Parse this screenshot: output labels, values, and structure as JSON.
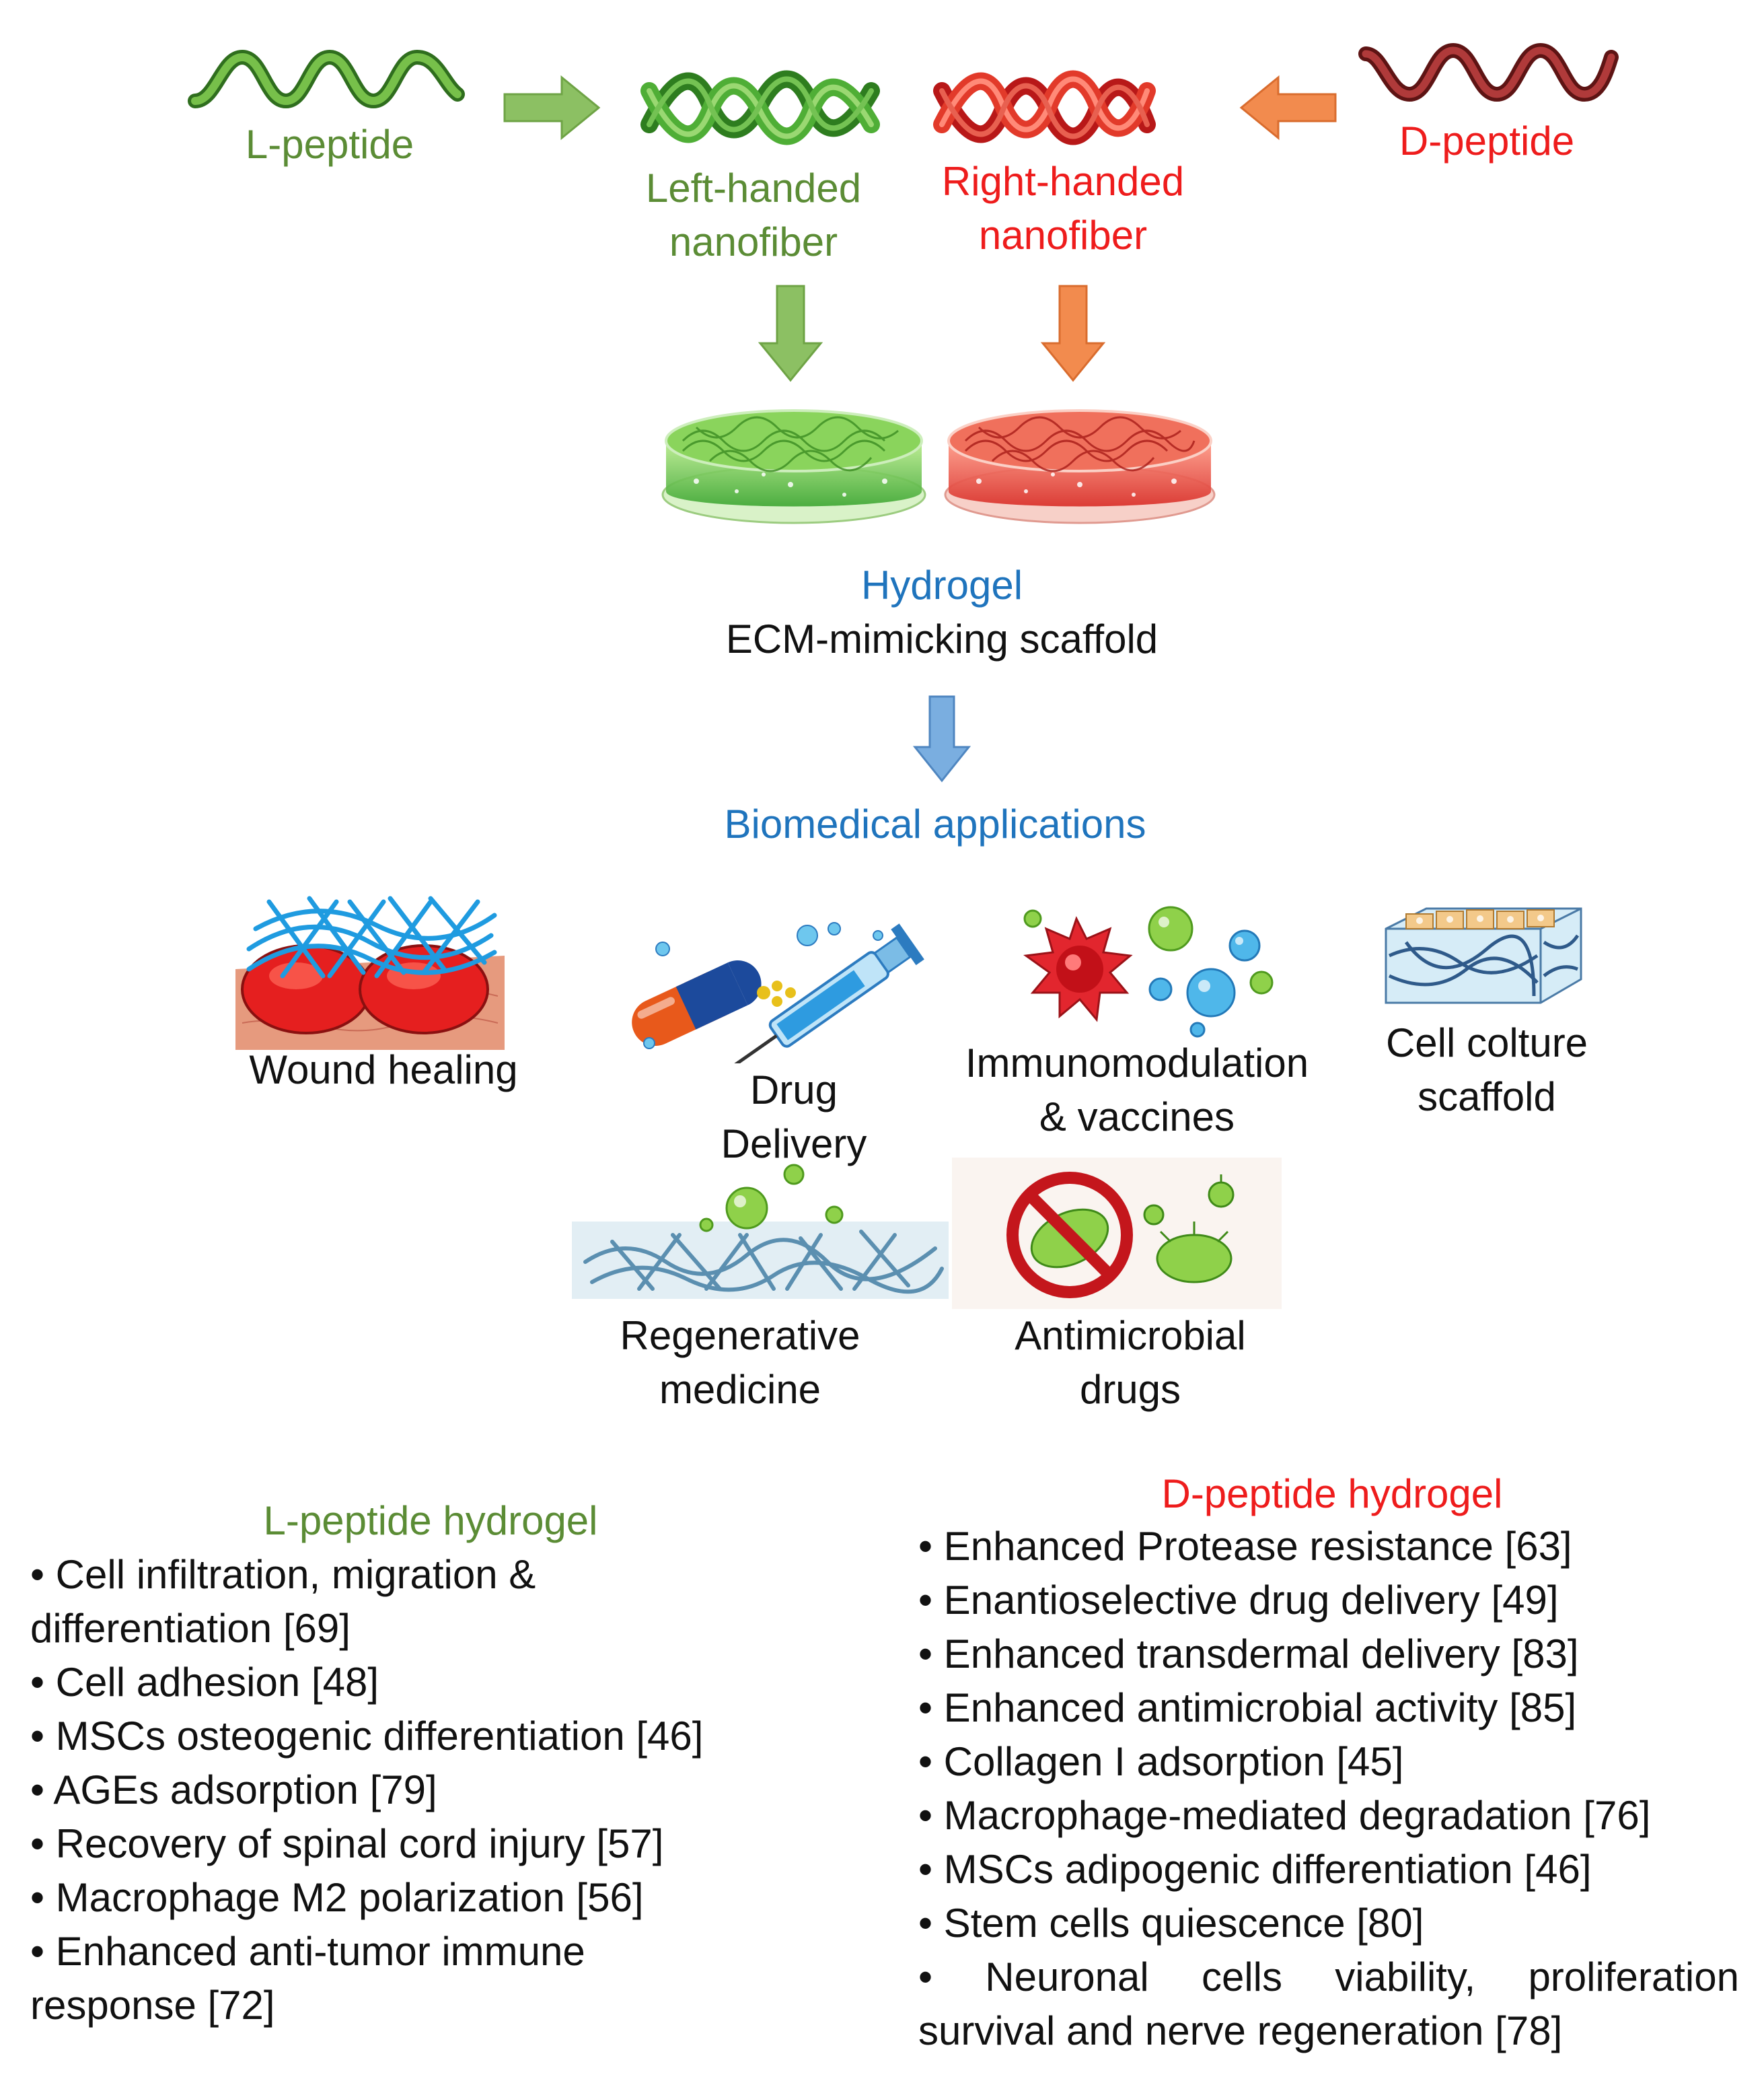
{
  "top": {
    "l_peptide": "L-peptide",
    "d_peptide": "D-peptide",
    "left_fiber": [
      "Left-handed",
      "nanofiber"
    ],
    "right_fiber": [
      "Right-handed",
      "nanofiber"
    ],
    "hydrogel": "Hydrogel",
    "scaffold": "ECM-mimicking scaffold",
    "biomedical": "Biomedical applications"
  },
  "apps": {
    "wound": "Wound healing",
    "drug": [
      "Drug",
      "Delivery"
    ],
    "immuno": [
      "Immunomodulation",
      "& vaccines"
    ],
    "cell": [
      "Cell colture",
      "scaffold"
    ],
    "regen": [
      "Regenerative",
      "medicine"
    ],
    "antimicrobial": [
      "Antimicrobial",
      "drugs"
    ]
  },
  "l_hydrogel": {
    "title": "L-peptide hydrogel",
    "items": [
      "• Cell infiltration, migration &",
      "differentiation [69]",
      "• Cell adhesion [48]",
      "• MSCs osteogenic differentiation [46]",
      "• AGEs adsorption [79]",
      "• Recovery of spinal cord injury [57]",
      "• Macrophage M2 polarization [56]",
      "• Enhanced anti-tumor immune",
      "response [72]"
    ]
  },
  "d_hydrogel": {
    "title": "D-peptide hydrogel",
    "items": [
      "• Enhanced Protease resistance [63]",
      "• Enantioselective drug delivery [49]",
      "• Enhanced transdermal delivery [83]",
      "• Enhanced antimicrobial activity [85]",
      "• Collagen I adsorption [45]",
      "• Macrophage-mediated degradation [76]",
      "• MSCs adipogenic differentiation [46]",
      "• Stem cells quiescence [80]"
    ],
    "last_line1": [
      "•",
      "Neuronal",
      "cells",
      "viability,",
      "proliferation"
    ],
    "last_line2": "survival and nerve regeneration [78]"
  },
  "colors": {
    "green": "#5b8c35",
    "red": "#ee1c1c",
    "blue": "#1f74bd",
    "arrow_green": "#8cc063",
    "arrow_orange": "#f28b4e",
    "arrow_blue": "#7aaee0"
  }
}
